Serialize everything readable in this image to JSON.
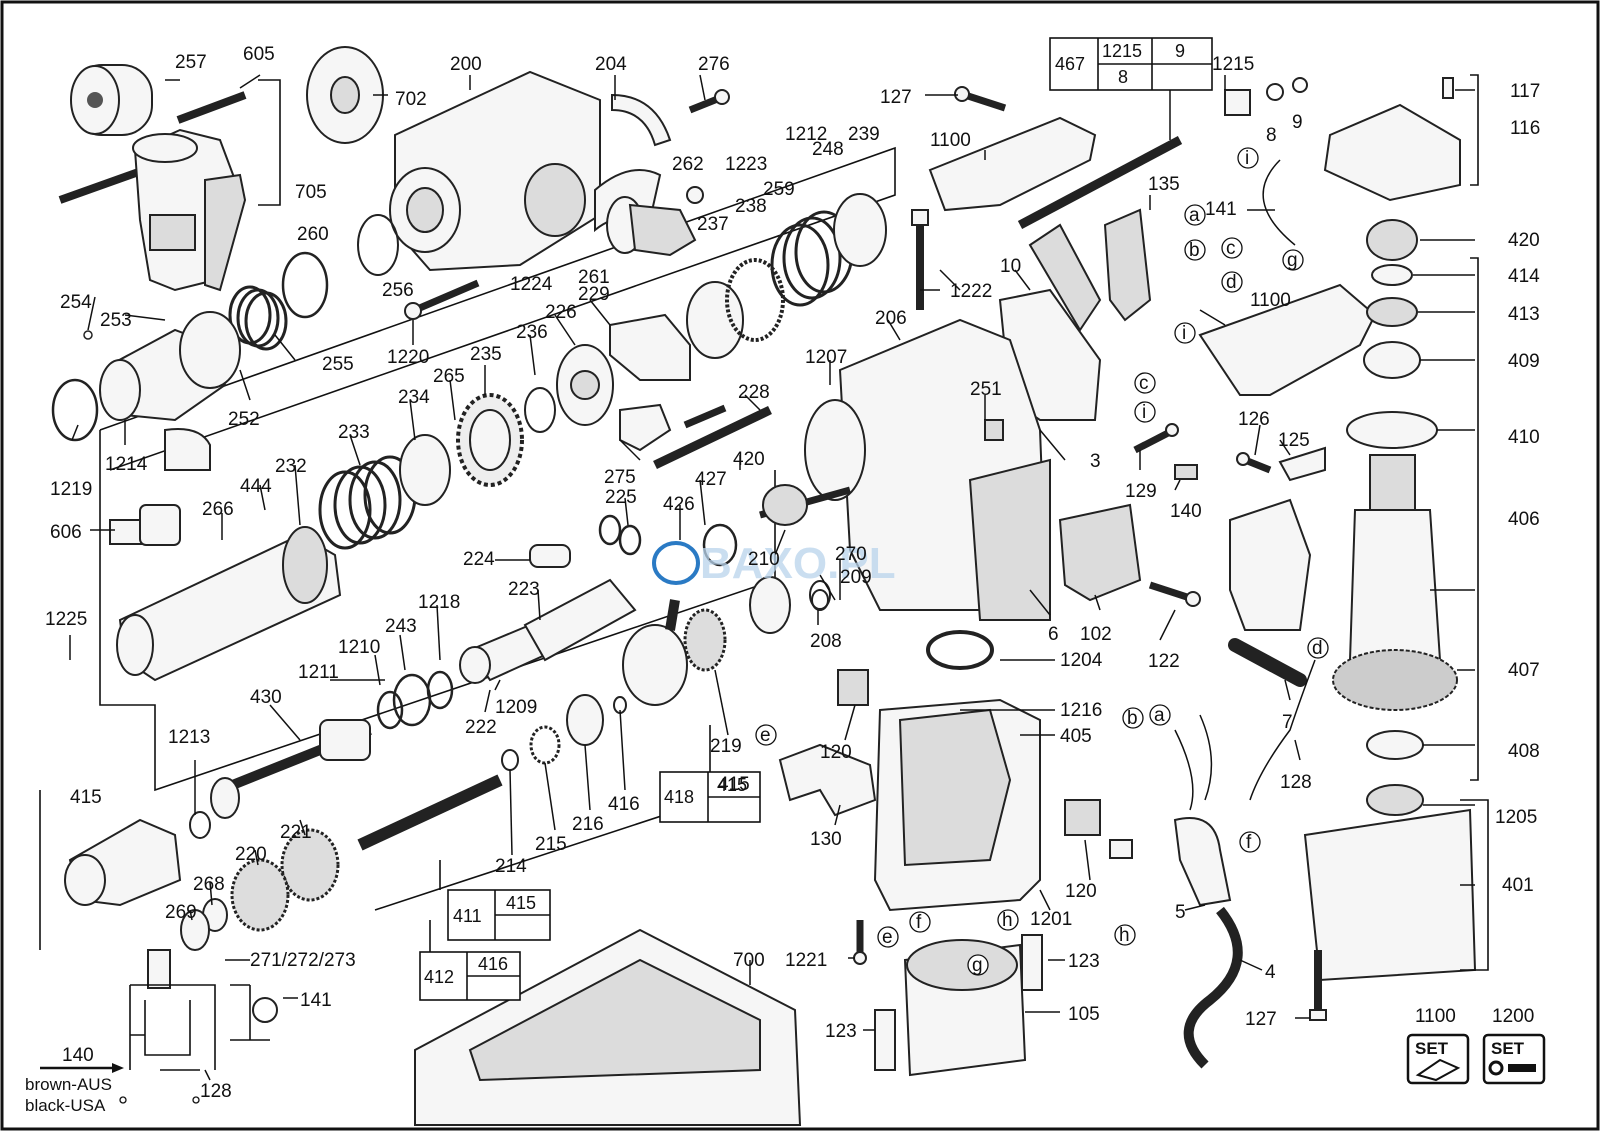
{
  "labels": {
    "p257": "257",
    "p605": "605",
    "p705": "705",
    "p702": "702",
    "p200": "200",
    "p204": "204",
    "p276": "276",
    "p127a": "127",
    "p467": "467",
    "p1215a": "1215",
    "p9a": "9",
    "p8a": "8",
    "p1215b": "1215",
    "p8b": "8",
    "p9b": "9",
    "p117": "117",
    "p116": "116",
    "p1100a": "1100",
    "p141a": "141",
    "p135": "135",
    "p420a": "420",
    "p414": "414",
    "p413": "413",
    "p409": "409",
    "p410": "410",
    "p406": "406",
    "p407": "407",
    "p408": "408",
    "p1205": "1205",
    "p401": "401",
    "p1212": "1212",
    "p239": "239",
    "p262": "262",
    "p1223": "1223",
    "p248": "248",
    "p238": "238",
    "p259": "259",
    "p237": "237",
    "p260": "260",
    "p256": "256",
    "p1224": "1224",
    "p261": "261",
    "p1222": "1222",
    "p10": "10",
    "p1100b": "1100",
    "p254": "254",
    "p253": "253",
    "p255": "255",
    "p252": "252",
    "p1220": "1220",
    "p229": "229",
    "p226": "226",
    "p236": "236",
    "p235": "235",
    "p206": "206",
    "p1207": "1207",
    "p251": "251",
    "p265": "265",
    "p234": "234",
    "p228": "228",
    "p233": "233",
    "p232": "232",
    "p444": "444",
    "p266": "266",
    "p1219": "1219",
    "p1214": "1214",
    "p275": "275",
    "p420b": "420",
    "p427": "427",
    "p225": "225",
    "p426": "426",
    "p3": "3",
    "p129": "129",
    "p140a": "140",
    "p126": "126",
    "p125": "125",
    "p606": "606",
    "p224": "224",
    "p210": "210",
    "p270": "270",
    "p209": "209",
    "p223": "223",
    "p1225": "1225",
    "p1218": "1218",
    "p243": "243",
    "p1210": "1210",
    "p1211": "1211",
    "p430": "430",
    "p1209": "1209",
    "p222": "222",
    "p208": "208",
    "p6": "6",
    "p102": "102",
    "p122": "122",
    "p1204": "1204",
    "p7": "7",
    "p1213": "1213",
    "p1216": "1216",
    "p405": "405",
    "p120a": "120",
    "p219": "219",
    "p418": "418",
    "p415a": "415",
    "p415b": "415",
    "p128a": "128",
    "p416a": "416",
    "p216": "216",
    "p215": "215",
    "p214": "214",
    "p130": "130",
    "p221": "221",
    "p220": "220",
    "p268": "268",
    "p269": "269",
    "p411": "411",
    "p415c": "415",
    "p120b": "120",
    "p1201": "1201",
    "p5": "5",
    "p271": "271/272/273",
    "p412": "412",
    "p416b": "416",
    "p1221": "1221",
    "p700": "700",
    "p123a": "123",
    "p4": "4",
    "p141b": "141",
    "p105": "105",
    "p123b": "123",
    "p127b": "127",
    "p1100c": "1100",
    "p1200": "1200",
    "p140b": "140",
    "p128b": "128"
  },
  "circle_letters": {
    "a1": "a",
    "b1": "b",
    "c1": "c",
    "d1": "d",
    "g1": "g",
    "i1": "i",
    "i2": "i",
    "c2": "c",
    "i3": "i",
    "e1": "e",
    "b2": "b",
    "a2": "a",
    "d2": "d",
    "f1": "f",
    "f2": "f",
    "e2": "e",
    "g2": "g",
    "h1": "h",
    "h2": "h"
  },
  "wiring": {
    "line1": "brown-AUS",
    "line2": "black-USA"
  },
  "sets": {
    "set1_text": "SET",
    "set2_text": "SET"
  },
  "watermark": "BAXO.PL"
}
